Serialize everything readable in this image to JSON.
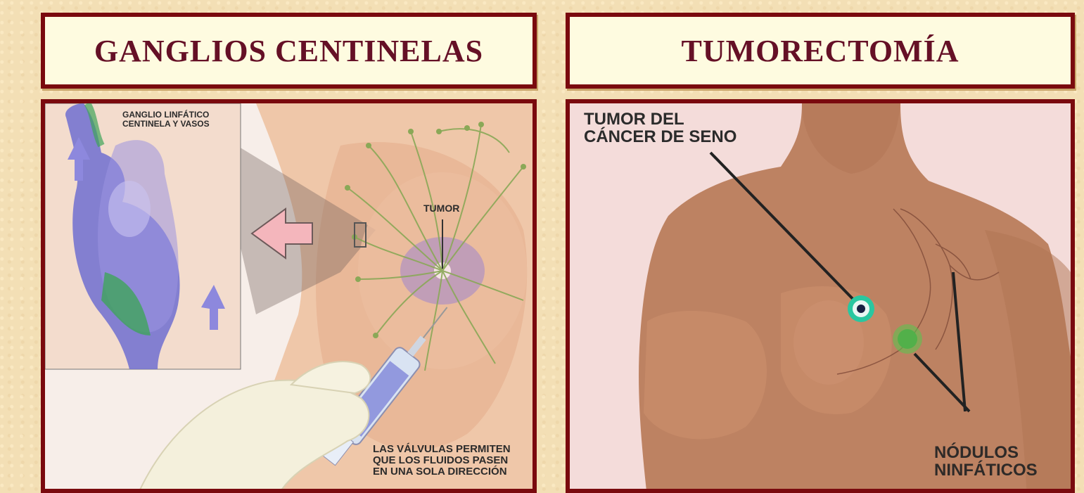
{
  "left": {
    "title": "GANGLIOS CENTINELAS",
    "inset_label": [
      "GANGLIO LINFÁTICO",
      "CENTINELA Y VASOS"
    ],
    "tumor_label": "TUMOR",
    "valves_label": [
      "LAS VÁLVULAS PERMITEN",
      "QUE LOS FLUIDOS PASEN",
      "EN UNA SOLA DIRECCIÓN"
    ]
  },
  "right": {
    "title": "TUMORECTOMÍA",
    "tumor_label": [
      "TUMOR DEL",
      "CÁNCER DE SENO"
    ],
    "nodes_label": [
      "NÓDULOS",
      "NINFÁTICOS"
    ]
  },
  "colors": {
    "frame": "#7a0a0e",
    "title_bg": "#fefbe0",
    "title_text": "#651026",
    "page_bg": "#f3dfb5"
  }
}
